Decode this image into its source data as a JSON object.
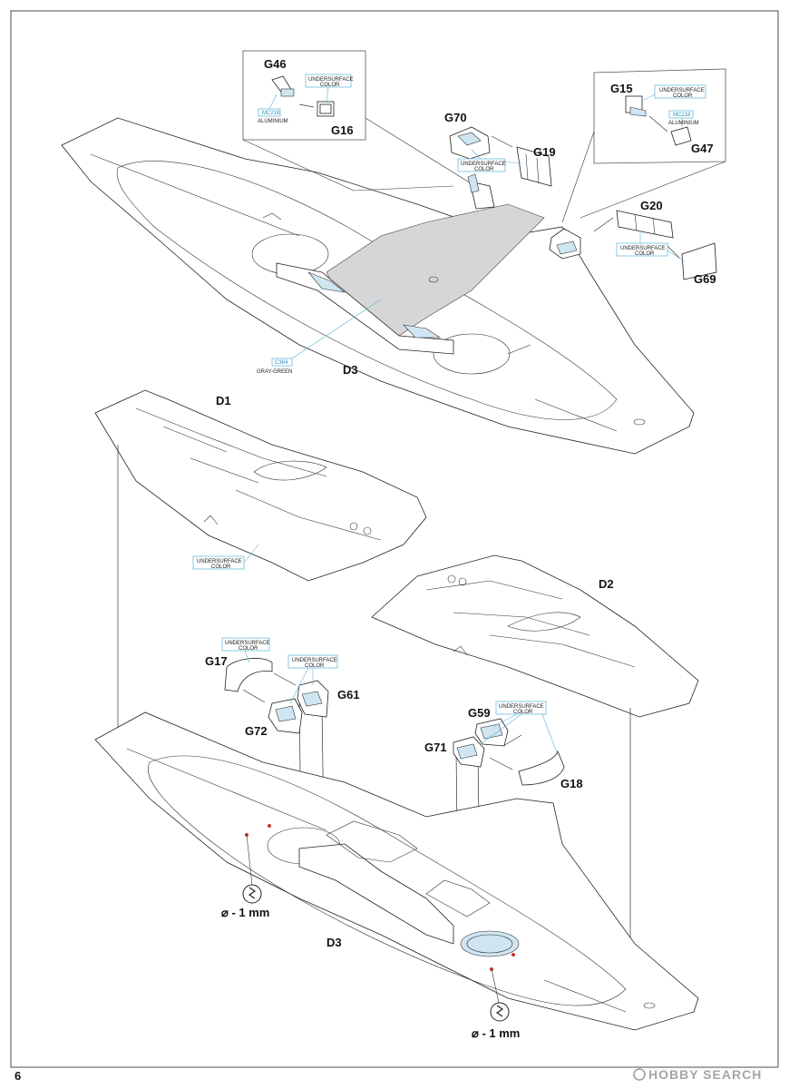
{
  "page_number": "6",
  "watermark": "HOBBY SEARCH",
  "parts": {
    "G46": "G46",
    "G16": "G16",
    "G70": "G70",
    "G19": "G19",
    "G15": "G15",
    "G47": "G47",
    "G20": "G20",
    "G69": "G69",
    "D1": "D1",
    "D2": "D2",
    "D3_top": "D3",
    "D3_bottom": "D3",
    "G17": "G17",
    "G61": "G61",
    "G72": "G72",
    "G59": "G59",
    "G71": "G71",
    "G18": "G18"
  },
  "colors": {
    "undersurface_line1": "UNDERSURFACE",
    "undersurface_line2": "COLOR",
    "mc218_code": "MC218",
    "mc218_name": "ALUMINIUM",
    "c364_code": "C364",
    "c364_name": "GRAY-GREEN"
  },
  "drill": {
    "left": "⌀ - 1 mm",
    "right": "⌀ - 1 mm"
  },
  "accent_colors": {
    "paint_callout": "#5ab4d8",
    "gray_green": "#d6d6d6"
  }
}
